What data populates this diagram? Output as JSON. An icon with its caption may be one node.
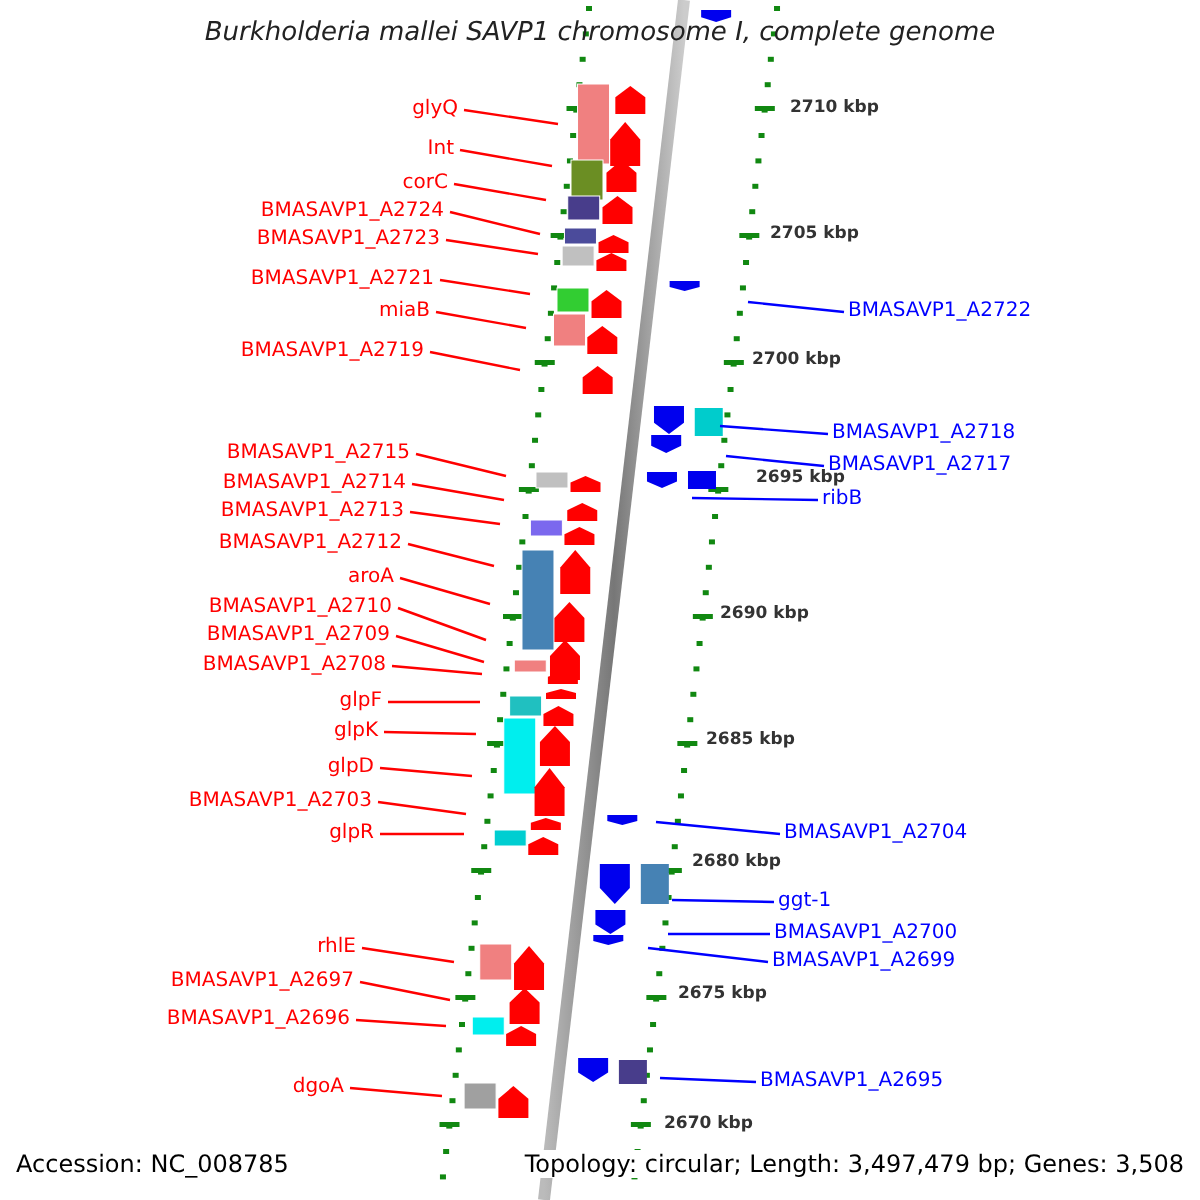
{
  "diagram": {
    "title": "Burkholderia mallei SAVP1 chromosome I, complete genome",
    "nodes": [
      {
        "text": [
          "glyQ"
        ]
      },
      {
        "text": [
          "Int"
        ]
      },
      {
        "text": [
          "corC"
        ]
      },
      {
        "text": [
          "BMASAVP1_A2724"
        ]
      },
      {
        "text": [
          "BMASAVP1_A2723"
        ]
      },
      {
        "text": [
          "BMASAVP1_A2721"
        ]
      },
      {
        "text": [
          "miaB"
        ]
      },
      {
        "text": [
          "BMASAVP1_A2719"
        ]
      },
      {
        "text": [
          "BMASAVP1_A2715"
        ]
      },
      {
        "text": [
          "BMASAVP1_A2714"
        ]
      },
      {
        "text": [
          "BMASAVP1_A2713"
        ]
      },
      {
        "text": [
          "BMASAVP1_A2712"
        ]
      },
      {
        "text": [
          "aroA"
        ]
      },
      {
        "text": [
          "BMASAVP1_A2710"
        ]
      },
      {
        "text": [
          "BMASAVP1_A2709"
        ]
      },
      {
        "text": [
          "BMASAVP1_A2708"
        ]
      },
      {
        "text": [
          "glpF"
        ]
      },
      {
        "text": [
          "glpK"
        ]
      },
      {
        "text": [
          "glpD"
        ]
      },
      {
        "text": [
          "BMASAVP1_A2703"
        ]
      },
      {
        "text": [
          "glpR"
        ]
      },
      {
        "text": [
          "rhlE"
        ]
      },
      {
        "text": [
          "BMASAVP1_A2697"
        ]
      },
      {
        "text": [
          "BMASAVP1_A2696"
        ]
      },
      {
        "text": [
          "dgoA"
        ]
      },
      {
        "text": [
          "BMASAVP1_A2722"
        ]
      },
      {
        "text": [
          "BMASAVP1_A2718"
        ]
      },
      {
        "text": [
          "BMASAVP1_A2717"
        ]
      },
      {
        "text": [
          "ribB"
        ]
      },
      {
        "text": [
          "BMASAVP1_A2704"
        ]
      },
      {
        "text": [
          "ggt-1"
        ]
      },
      {
        "text": [
          "BMASAVP1_A2700"
        ]
      },
      {
        "text": [
          "BMASAVP1_A2699"
        ]
      },
      {
        "text": [
          "BMASAVP1_A2695"
        ]
      }
    ],
    "edges": [
      {
        "from": 0,
        "to": null,
        "arrow": "none"
      },
      {
        "from": 1,
        "to": null,
        "arrow": "none"
      },
      {
        "from": 2,
        "to": null,
        "arrow": "none"
      },
      {
        "from": 3,
        "to": null,
        "arrow": "none"
      },
      {
        "from": 4,
        "to": null,
        "arrow": "none"
      },
      {
        "from": 5,
        "to": null,
        "arrow": "none"
      },
      {
        "from": 6,
        "to": null,
        "arrow": "none"
      },
      {
        "from": 7,
        "to": null,
        "arrow": "none"
      },
      {
        "from": 8,
        "to": null,
        "arrow": "none"
      },
      {
        "from": 9,
        "to": null,
        "arrow": "none"
      },
      {
        "from": 10,
        "to": null,
        "arrow": "none"
      },
      {
        "from": 11,
        "to": null,
        "arrow": "none"
      },
      {
        "from": 12,
        "to": null,
        "arrow": "none"
      },
      {
        "from": 13,
        "to": null,
        "arrow": "none"
      },
      {
        "from": 14,
        "to": null,
        "arrow": "none"
      },
      {
        "from": 15,
        "to": null,
        "arrow": "none"
      },
      {
        "from": 16,
        "to": null,
        "arrow": "none"
      },
      {
        "from": 17,
        "to": null,
        "arrow": "none"
      },
      {
        "from": 18,
        "to": null,
        "arrow": "none"
      },
      {
        "from": 19,
        "to": null,
        "arrow": "none"
      },
      {
        "from": 20,
        "to": null,
        "arrow": "none"
      },
      {
        "from": 21,
        "to": null,
        "arrow": "none"
      },
      {
        "from": 22,
        "to": null,
        "arrow": "none"
      },
      {
        "from": 23,
        "to": null,
        "arrow": "none"
      },
      {
        "from": 24,
        "to": null,
        "arrow": "none"
      },
      {
        "from": 25,
        "to": null,
        "arrow": "none",
        "color": "#0000ff"
      },
      {
        "from": 26,
        "to": null,
        "arrow": "none",
        "color": "#0000ff"
      },
      {
        "from": 27,
        "to": null,
        "arrow": "none",
        "color": "#0000ff"
      },
      {
        "from": 28,
        "to": null,
        "arrow": "none",
        "color": "#0000ff"
      },
      {
        "from": 29,
        "to": null,
        "arrow": "none",
        "color": "#0000ff"
      },
      {
        "from": 30,
        "to": null,
        "arrow": "none",
        "color": "#0000ff"
      },
      {
        "from": 31,
        "to": null,
        "arrow": "none",
        "color": "#0000ff"
      },
      {
        "from": 32,
        "to": null,
        "arrow": "none",
        "color": "#0000ff"
      },
      {
        "from": 33,
        "to": null,
        "arrow": "none",
        "color": "#0000ff"
      }
    ],
    "labels": [
      "2710 kbp",
      "2705 kbp",
      "2700 kbp",
      "2695 kbp",
      "2690 kbp",
      "2685 kbp",
      "2680 kbp",
      "2675 kbp",
      "2670 kbp",
      "Accession: NC_008785",
      "Topology: circular; Length: 3,497,479 bp; Genes: 3,508"
    ]
  }
}
